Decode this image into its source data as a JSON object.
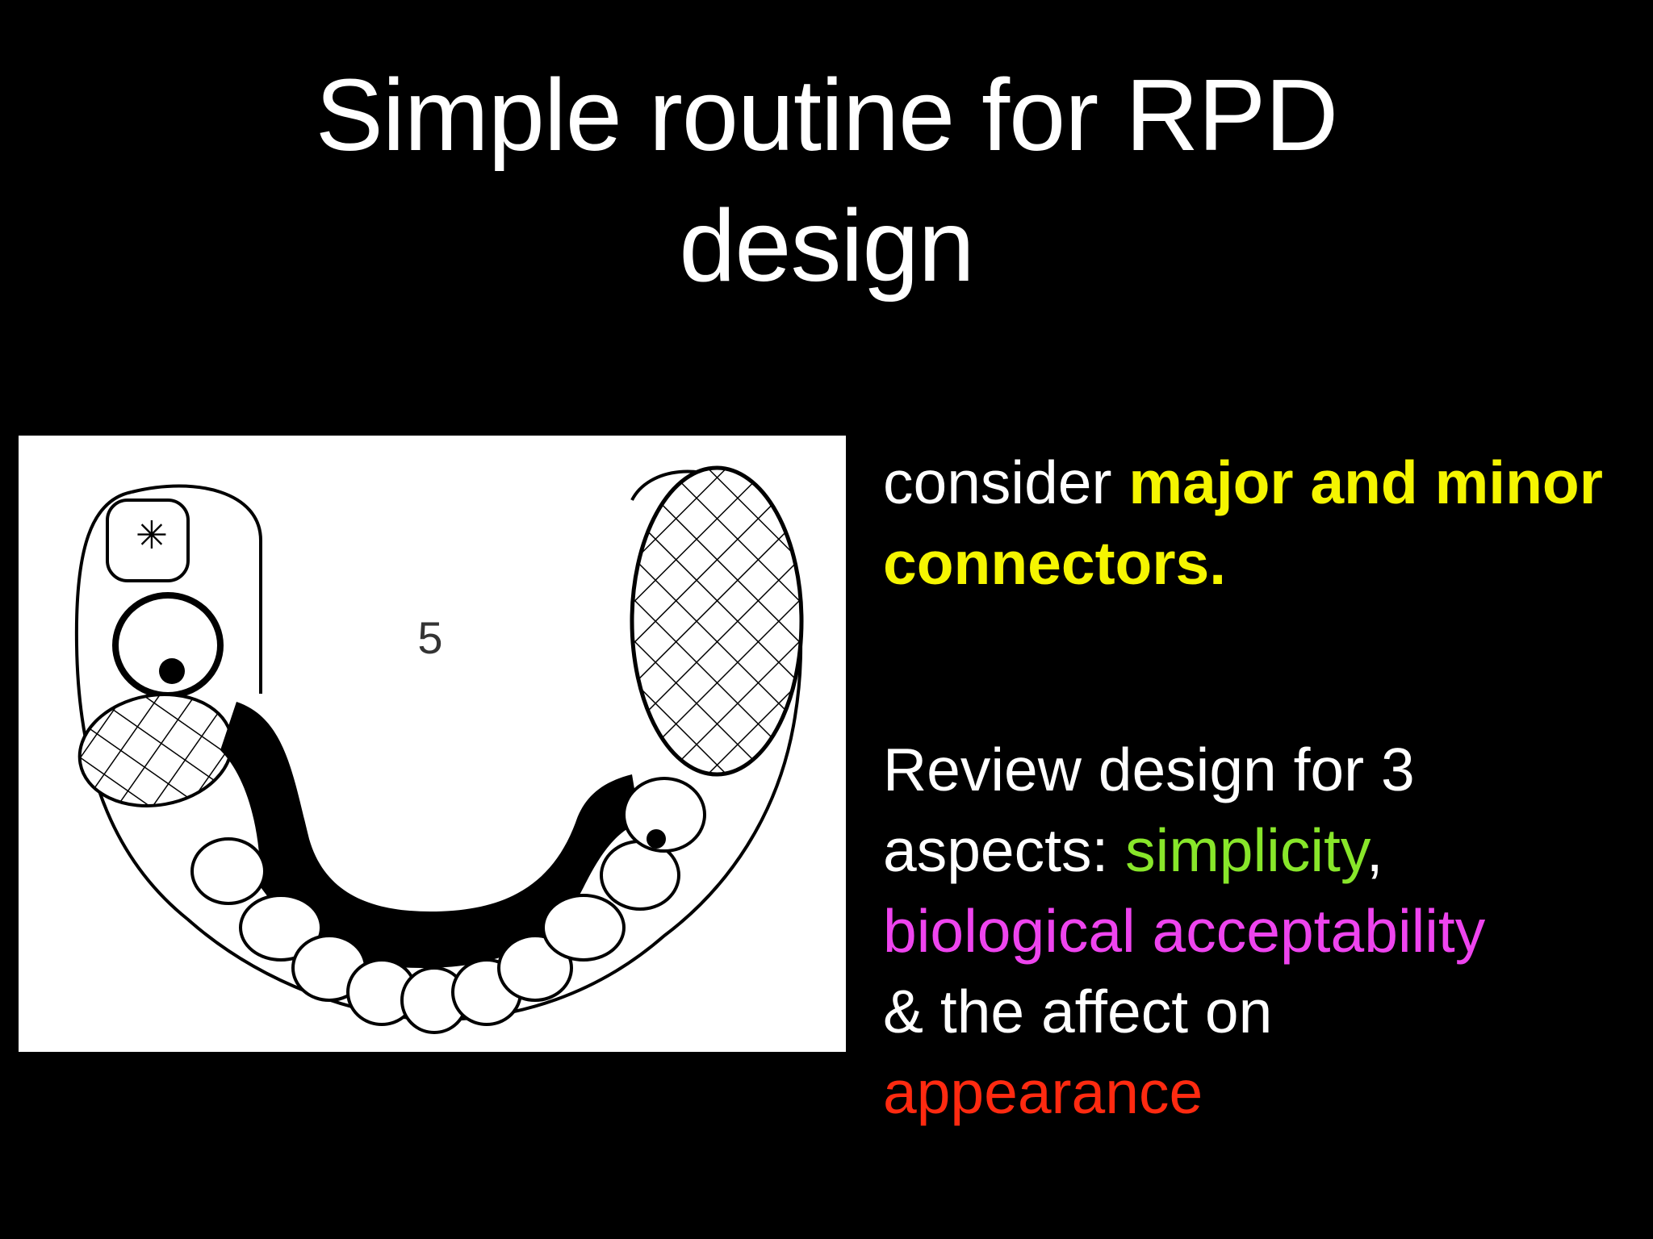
{
  "slide": {
    "title_line1": "Simple routine for RPD",
    "title_line2": "design"
  },
  "figure": {
    "label": "5"
  },
  "bullets": {
    "p1_prefix": "consider ",
    "p1_highlight": "major and minor connectors.",
    "p2_part1": "Review design for 3 aspects: ",
    "p2_simplicity": "simplicity",
    "p2_comma": ",",
    "p2_biological": "biological acceptability",
    "p2_part2": "& the affect on",
    "p2_appearance": "appearance"
  },
  "colors": {
    "background": "#000000",
    "text": "#ffffff",
    "highlight_yellow": "#f5f500",
    "simplicity_green": "#88e62a",
    "biological_magenta": "#ee44ee",
    "appearance_red": "#ff2a10"
  }
}
